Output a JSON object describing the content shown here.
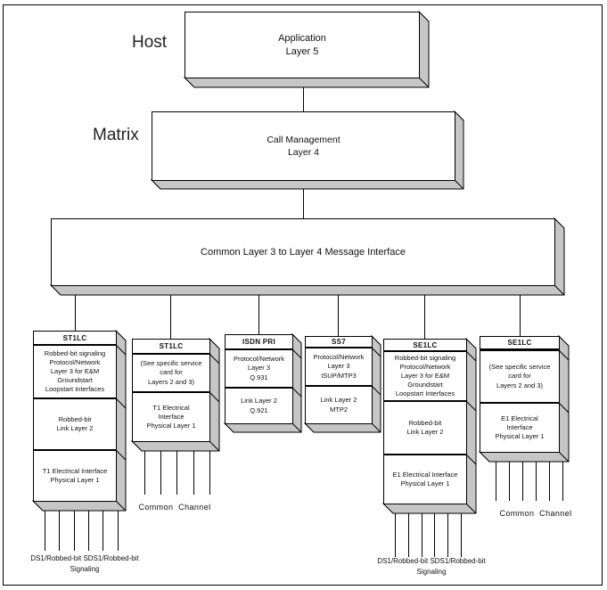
{
  "side_labels": {
    "host": "Host",
    "matrix": "Matrix"
  },
  "boxes": {
    "application": "Application\nLayer 5",
    "call_management": "Call Management\nLayer 4",
    "message_interface": "Common Layer 3 to Layer 4 Message Interface"
  },
  "cards": [
    {
      "title": "ST1LC",
      "sections": [
        "Robbed-bit signaling\nProtocol/Network\nLayer 3 for E&M\nGroundstart\nLoopstart Interfaces",
        "Robbed-bit\nLink Layer 2",
        "T1 Electrical Interface\nPhysical Layer 1"
      ]
    },
    {
      "title": "ST1LC",
      "sections": [
        "(See  specific service\ncard for\nLayers 2 and 3)",
        "T1 Electrical\nInterface\nPhysical Layer 1"
      ]
    },
    {
      "title": "ISDN PRI",
      "sections": [
        "Protocol/Network\nLayer 3\nQ.931",
        "Link Layer 2\nQ.921"
      ]
    },
    {
      "title": "SS7",
      "sections": [
        "Protocol/Network\nLayer 3\nISUP/MTP3",
        "Link Layer 2\nMTP2"
      ]
    },
    {
      "title": "SE1LC",
      "sections": [
        "Robbed-bit signaling\nProtocol/Network\nLayer 3 for E&M\nGroundstart\nLoopstart Interfaces",
        "Robbed-bit\nLink Layer 2",
        "E1 Electrical Interface\nPhysical Layer 1"
      ]
    },
    {
      "title": "SE1LC",
      "sections": [
        "(See  specific service\ncard for\nLayers 2 and 3)",
        "E1 Electrical\nInterface\nPhysical Layer 1"
      ]
    }
  ],
  "footers": {
    "signaling_left": "DS1/Robbed-bit SDS1/Robbed-bit\nSignaling",
    "common_channel_left": "Common  Channel",
    "signaling_right": "DS1/Robbed-bit SDS1/Robbed-bit\nSignaling",
    "common_channel_right": "Common  Channel"
  },
  "colors": {
    "bevel": "#c6c6c6",
    "line": "#000000"
  }
}
